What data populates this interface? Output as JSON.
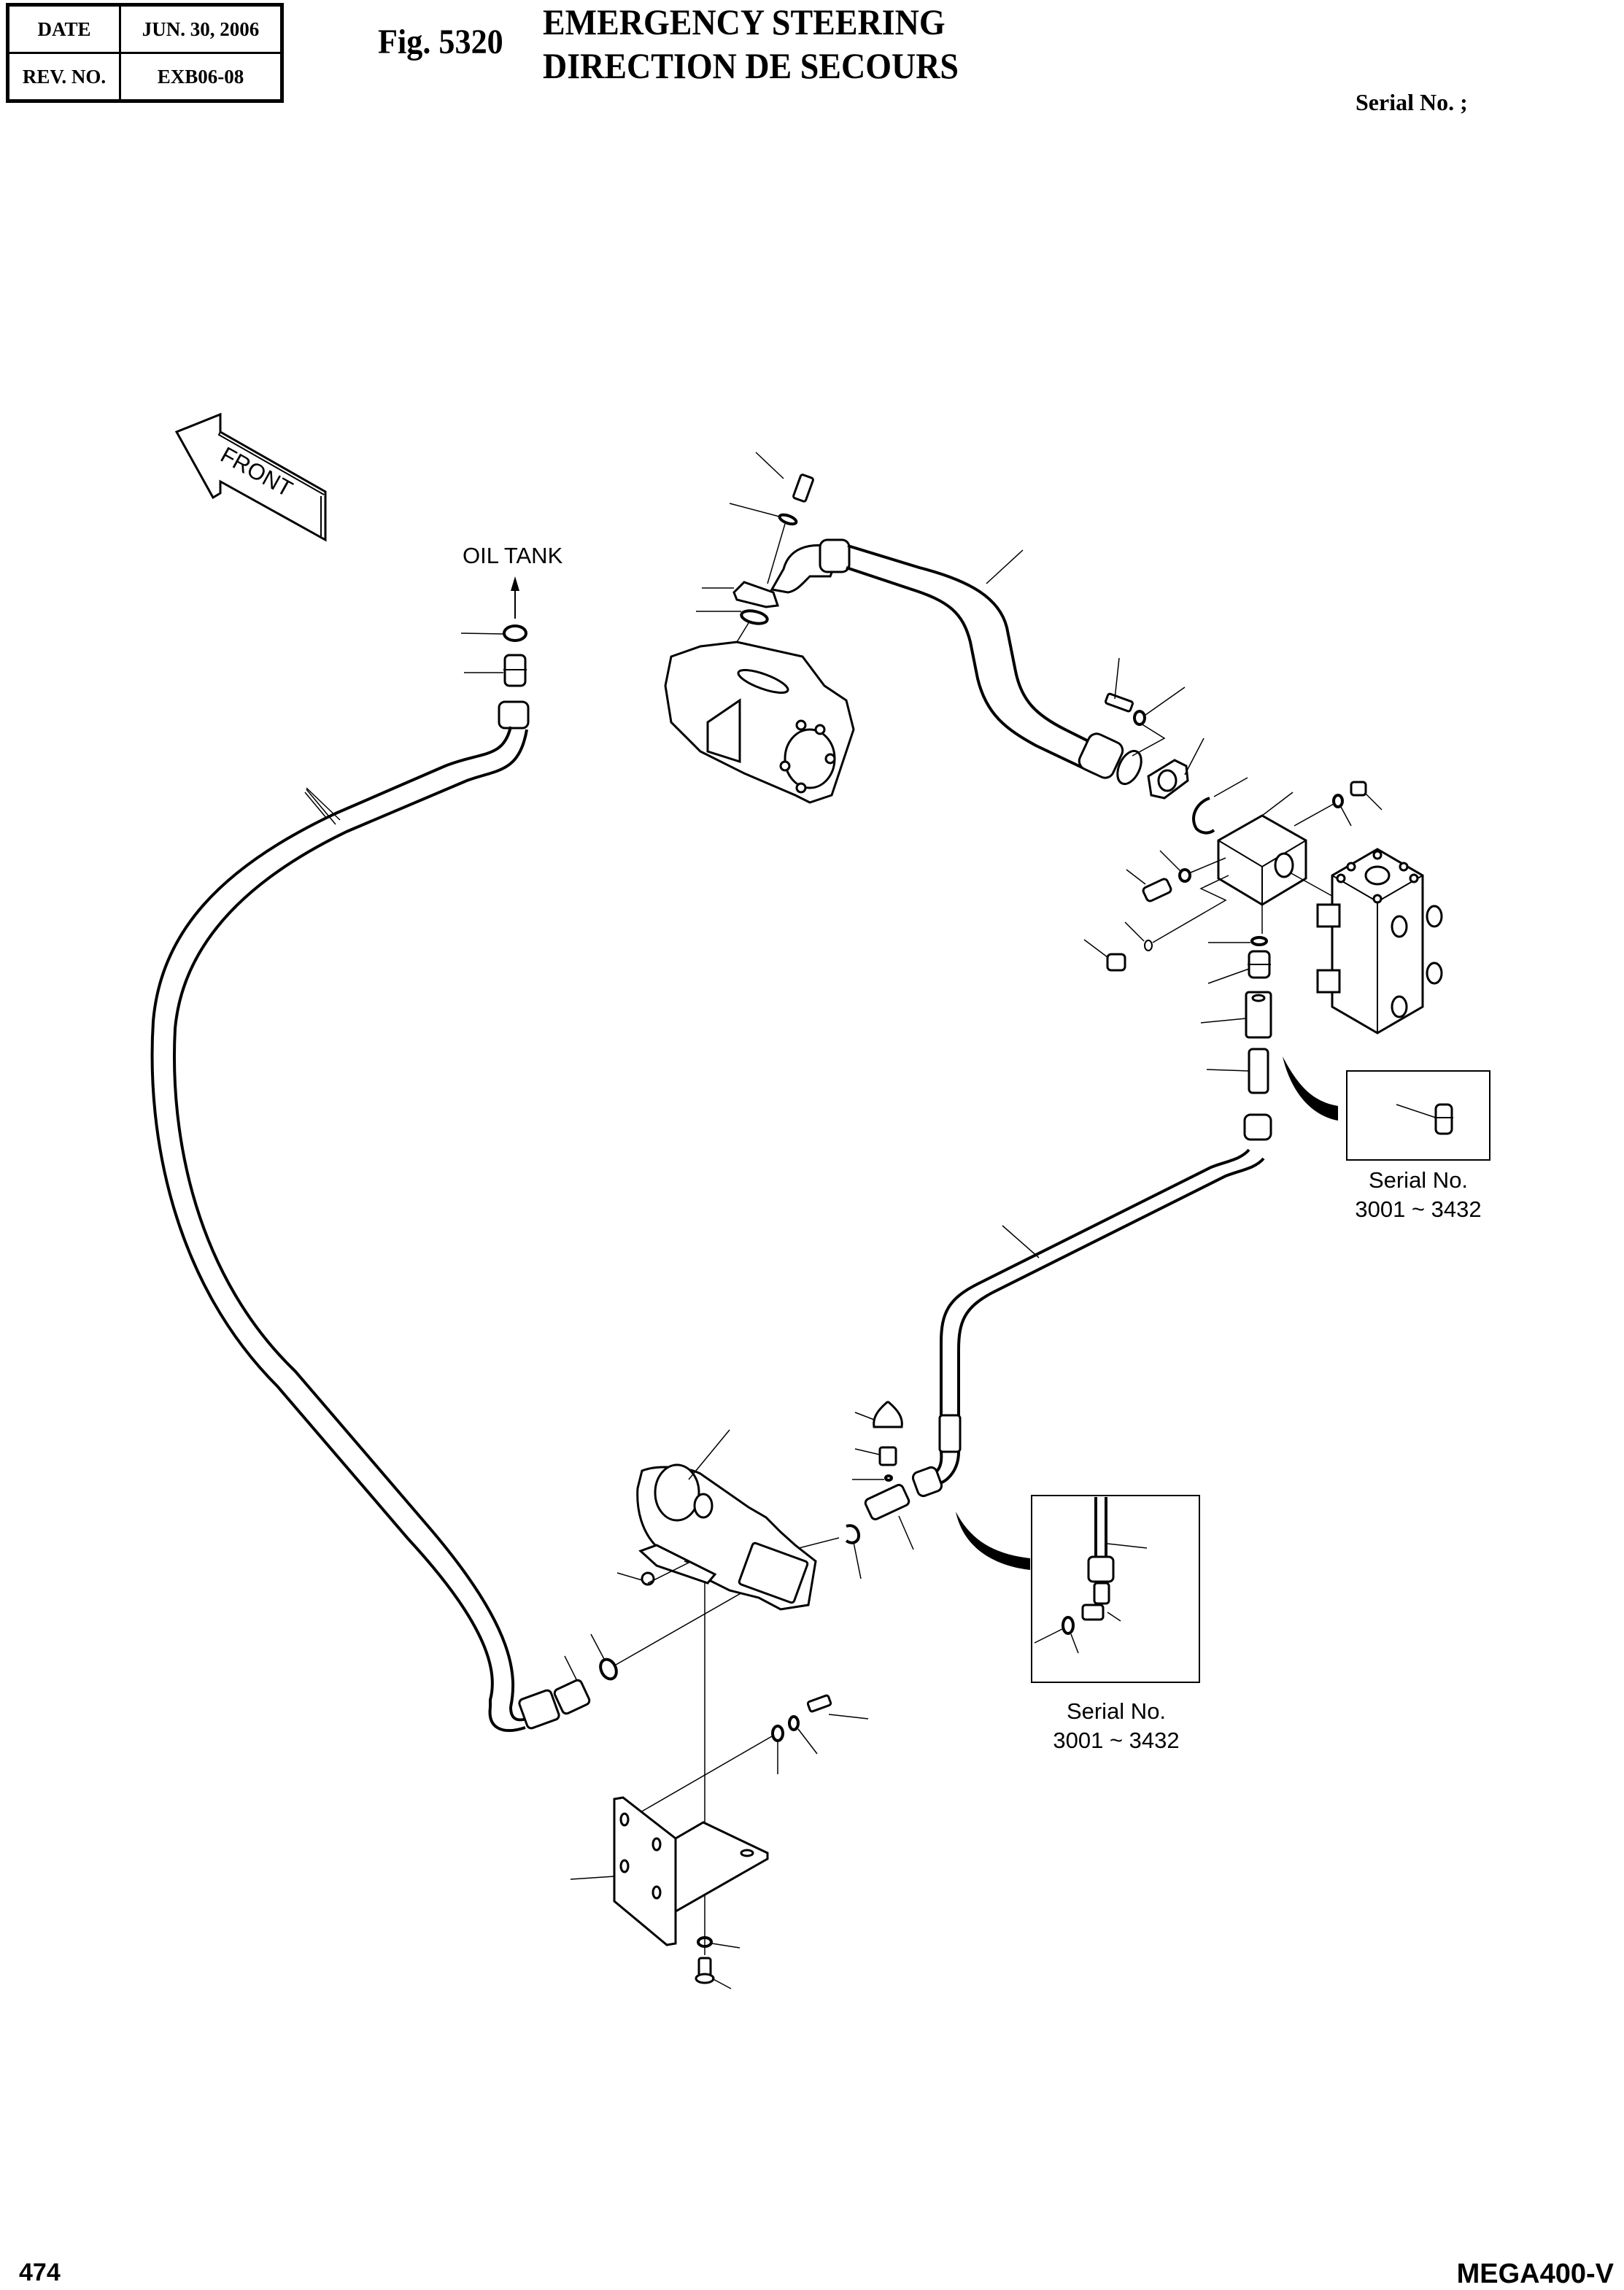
{
  "header": {
    "date_label": "DATE",
    "date_value": "JUN. 30, 2006",
    "rev_label": "REV. NO.",
    "rev_value": "EXB06-08",
    "figure_number": "Fig. 5320",
    "title_en": "EMERGENCY STEERING",
    "title_fr": "DIRECTION DE SECOURS",
    "serial_label": "Serial No. ;"
  },
  "diagram": {
    "front_arrow_label": "FRONT",
    "oil_tank_label": "OIL TANK",
    "detail_views": [
      {
        "serial_label": "Serial No.",
        "serial_range": "3001 ~ 3432"
      },
      {
        "serial_label": "Serial No.",
        "serial_range": "3001 ~ 3432"
      }
    ]
  },
  "footer": {
    "page_number": "474",
    "model": "MEGA400-V"
  }
}
